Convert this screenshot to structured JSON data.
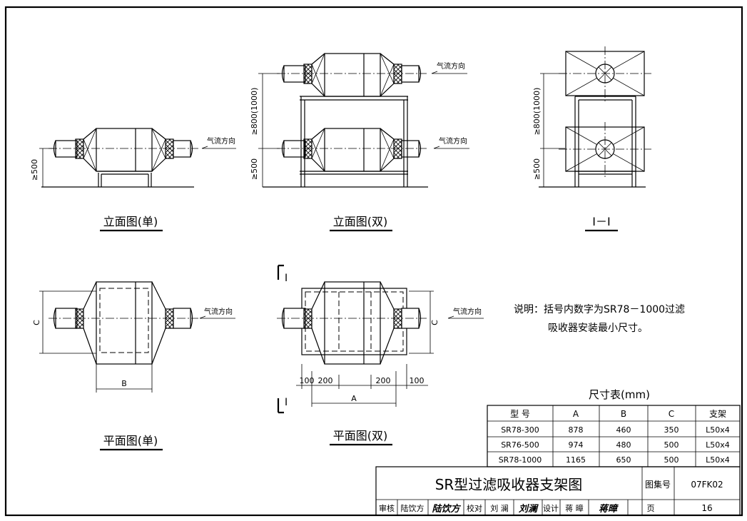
{
  "labels": {
    "airflow": "气流方向",
    "dim_500": "≥500",
    "dim_800": "≥800(1000)",
    "dim_C": "C",
    "dim_B": "B",
    "dim_A": "A",
    "dim_100": "100",
    "dim_200": "200",
    "section_mark": "I"
  },
  "views": {
    "elev_single": "立面图(单)",
    "elev_double": "立面图(双)",
    "section": "I－I",
    "plan_single": "平面图(单)",
    "plan_double": "平面图(双)"
  },
  "note": {
    "line1": "说明：括号内数字为SR78－1000过滤",
    "line2": "吸收器安装最小尺寸。"
  },
  "table": {
    "title": "尺寸表(mm)",
    "headers": [
      "型 号",
      "A",
      "B",
      "C",
      "支架"
    ],
    "rows": [
      [
        "SR78-300",
        "878",
        "460",
        "350",
        "L50x4"
      ],
      [
        "SR76-500",
        "974",
        "480",
        "500",
        "L50x4"
      ],
      [
        "SR78-1000",
        "1165",
        "650",
        "500",
        "L50x4"
      ]
    ]
  },
  "titleblock": {
    "title": "SR型过滤吸收器支架图",
    "atlas_label": "图集号",
    "atlas_no": "07FK02",
    "review_label": "审核",
    "reviewer": "陆饮方",
    "reviewer_sig": "陆饮方",
    "check_label": "校对",
    "checker": "刘 澜",
    "checker_sig": "刘澜",
    "design_label": "设计",
    "designer": "蒋 暲",
    "designer_sig": "蒋暲",
    "page_label": "页",
    "page_no": "16"
  }
}
